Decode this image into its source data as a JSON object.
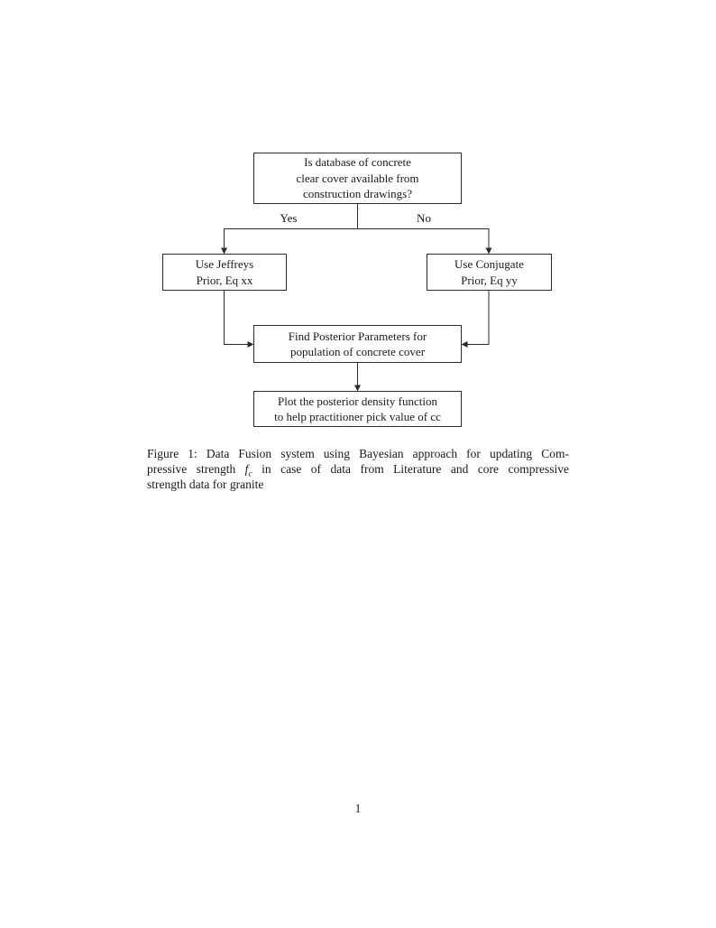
{
  "page": {
    "number": "1"
  },
  "colors": {
    "ink": "#1a1a1a",
    "background": "#ffffff",
    "box_border": "#2b2b2b"
  },
  "flowchart": {
    "decision": {
      "lines": [
        "Is database of concrete",
        "clear cover available from",
        "construction drawings?"
      ]
    },
    "yes_label": "Yes",
    "no_label": "No",
    "jeffreys": {
      "lines": [
        "Use Jeffreys",
        "Prior, Eq xx"
      ]
    },
    "conjugate": {
      "lines": [
        "Use Conjugate",
        "Prior, Eq yy"
      ]
    },
    "posterior": {
      "lines": [
        "Find Posterior Parameters for",
        "population of concrete cover"
      ]
    },
    "plot": {
      "lines": [
        "Plot the posterior density function",
        "to help practitioner pick value of cc"
      ]
    }
  },
  "caption": {
    "line1": "Figure 1: Data Fusion system using Bayesian approach for updating Com-",
    "line2_before": "pressive strength",
    "math_base": "f",
    "math_sub": "c",
    "line2_after": "in case of data from Literature and core compressive",
    "line3": "strength data for granite"
  }
}
